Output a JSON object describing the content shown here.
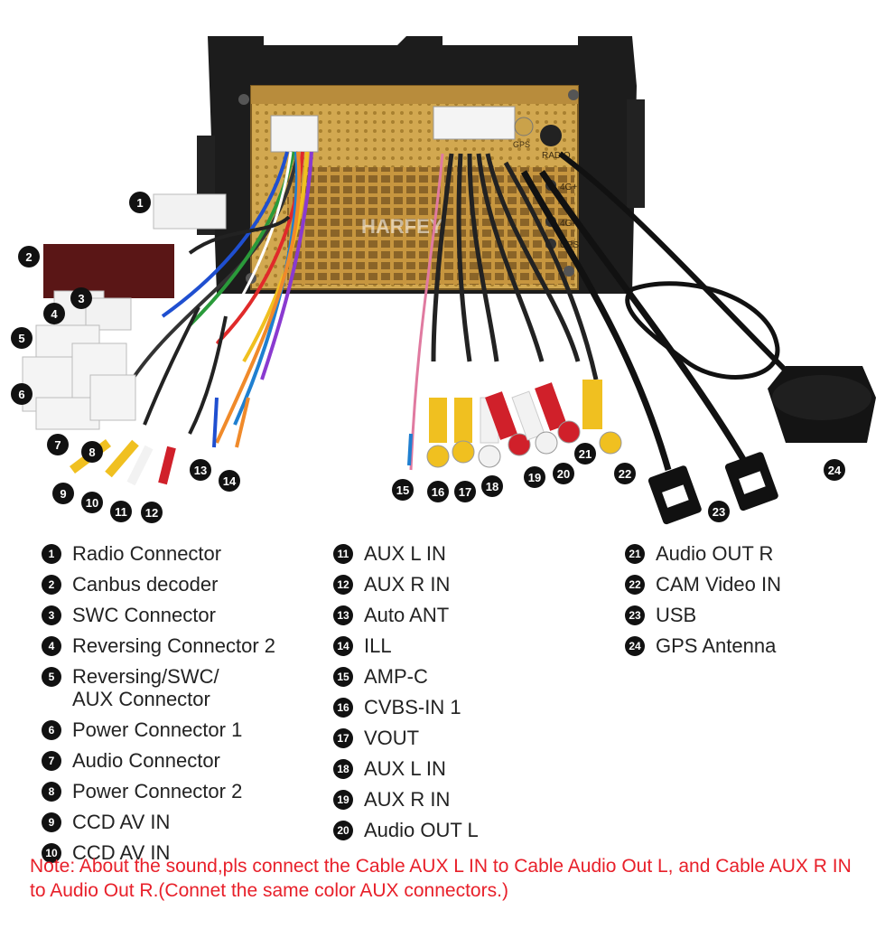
{
  "photo": {
    "head_unit_watermark": "HARFEY",
    "gps_port_label": "GPS",
    "radio_port_label": "RADIO",
    "port_labels": [
      "4G+",
      "4G-",
      "GPS"
    ]
  },
  "callout_numbers": [
    "1",
    "2",
    "3",
    "4",
    "5",
    "6",
    "7",
    "8",
    "9",
    "10",
    "11",
    "12",
    "13",
    "14",
    "15",
    "16",
    "17",
    "18",
    "19",
    "20",
    "21",
    "22",
    "23",
    "24"
  ],
  "legend": {
    "col1": [
      {
        "num": "1",
        "label": "Radio Connector"
      },
      {
        "num": "2",
        "label": "Canbus decoder"
      },
      {
        "num": "3",
        "label": "SWC Connector"
      },
      {
        "num": "4",
        "label": "Reversing Connector 2"
      },
      {
        "num": "5",
        "label": "Reversing/SWC/\nAUX Connector"
      },
      {
        "num": "6",
        "label": "Power Connector 1"
      },
      {
        "num": "7",
        "label": "Audio Connector"
      },
      {
        "num": "8",
        "label": "Power Connector 2"
      },
      {
        "num": "9",
        "label": "CCD AV IN"
      },
      {
        "num": "10",
        "label": "CCD AV IN"
      }
    ],
    "col2": [
      {
        "num": "11",
        "label": "AUX L IN"
      },
      {
        "num": "12",
        "label": "AUX R IN"
      },
      {
        "num": "13",
        "label": "Auto ANT"
      },
      {
        "num": "14",
        "label": "ILL"
      },
      {
        "num": "15",
        "label": "AMP-C"
      },
      {
        "num": "16",
        "label": "CVBS-IN 1"
      },
      {
        "num": "17",
        "label": "VOUT"
      },
      {
        "num": "18",
        "label": "AUX L IN"
      },
      {
        "num": "19",
        "label": "AUX R IN"
      },
      {
        "num": "20",
        "label": "Audio OUT L"
      }
    ],
    "col3": [
      {
        "num": "21",
        "label": "Audio OUT R"
      },
      {
        "num": "22",
        "label": "CAM Video IN"
      },
      {
        "num": "23",
        "label": "USB"
      },
      {
        "num": "24",
        "label": "GPS Antenna"
      }
    ]
  },
  "note": "Note: About the sound,pls connect the Cable AUX L IN to Cable Audio Out L, and Cable AUX R IN to  Audio Out R.(Connet the same color AUX connectors.)",
  "colors": {
    "note_red": "#e8202a",
    "panel_gold": "#c89a4a",
    "badge_black": "#111111",
    "rca_red": "#d0202a",
    "rca_yellow": "#f0c020",
    "rca_white": "#f2f2f2"
  }
}
